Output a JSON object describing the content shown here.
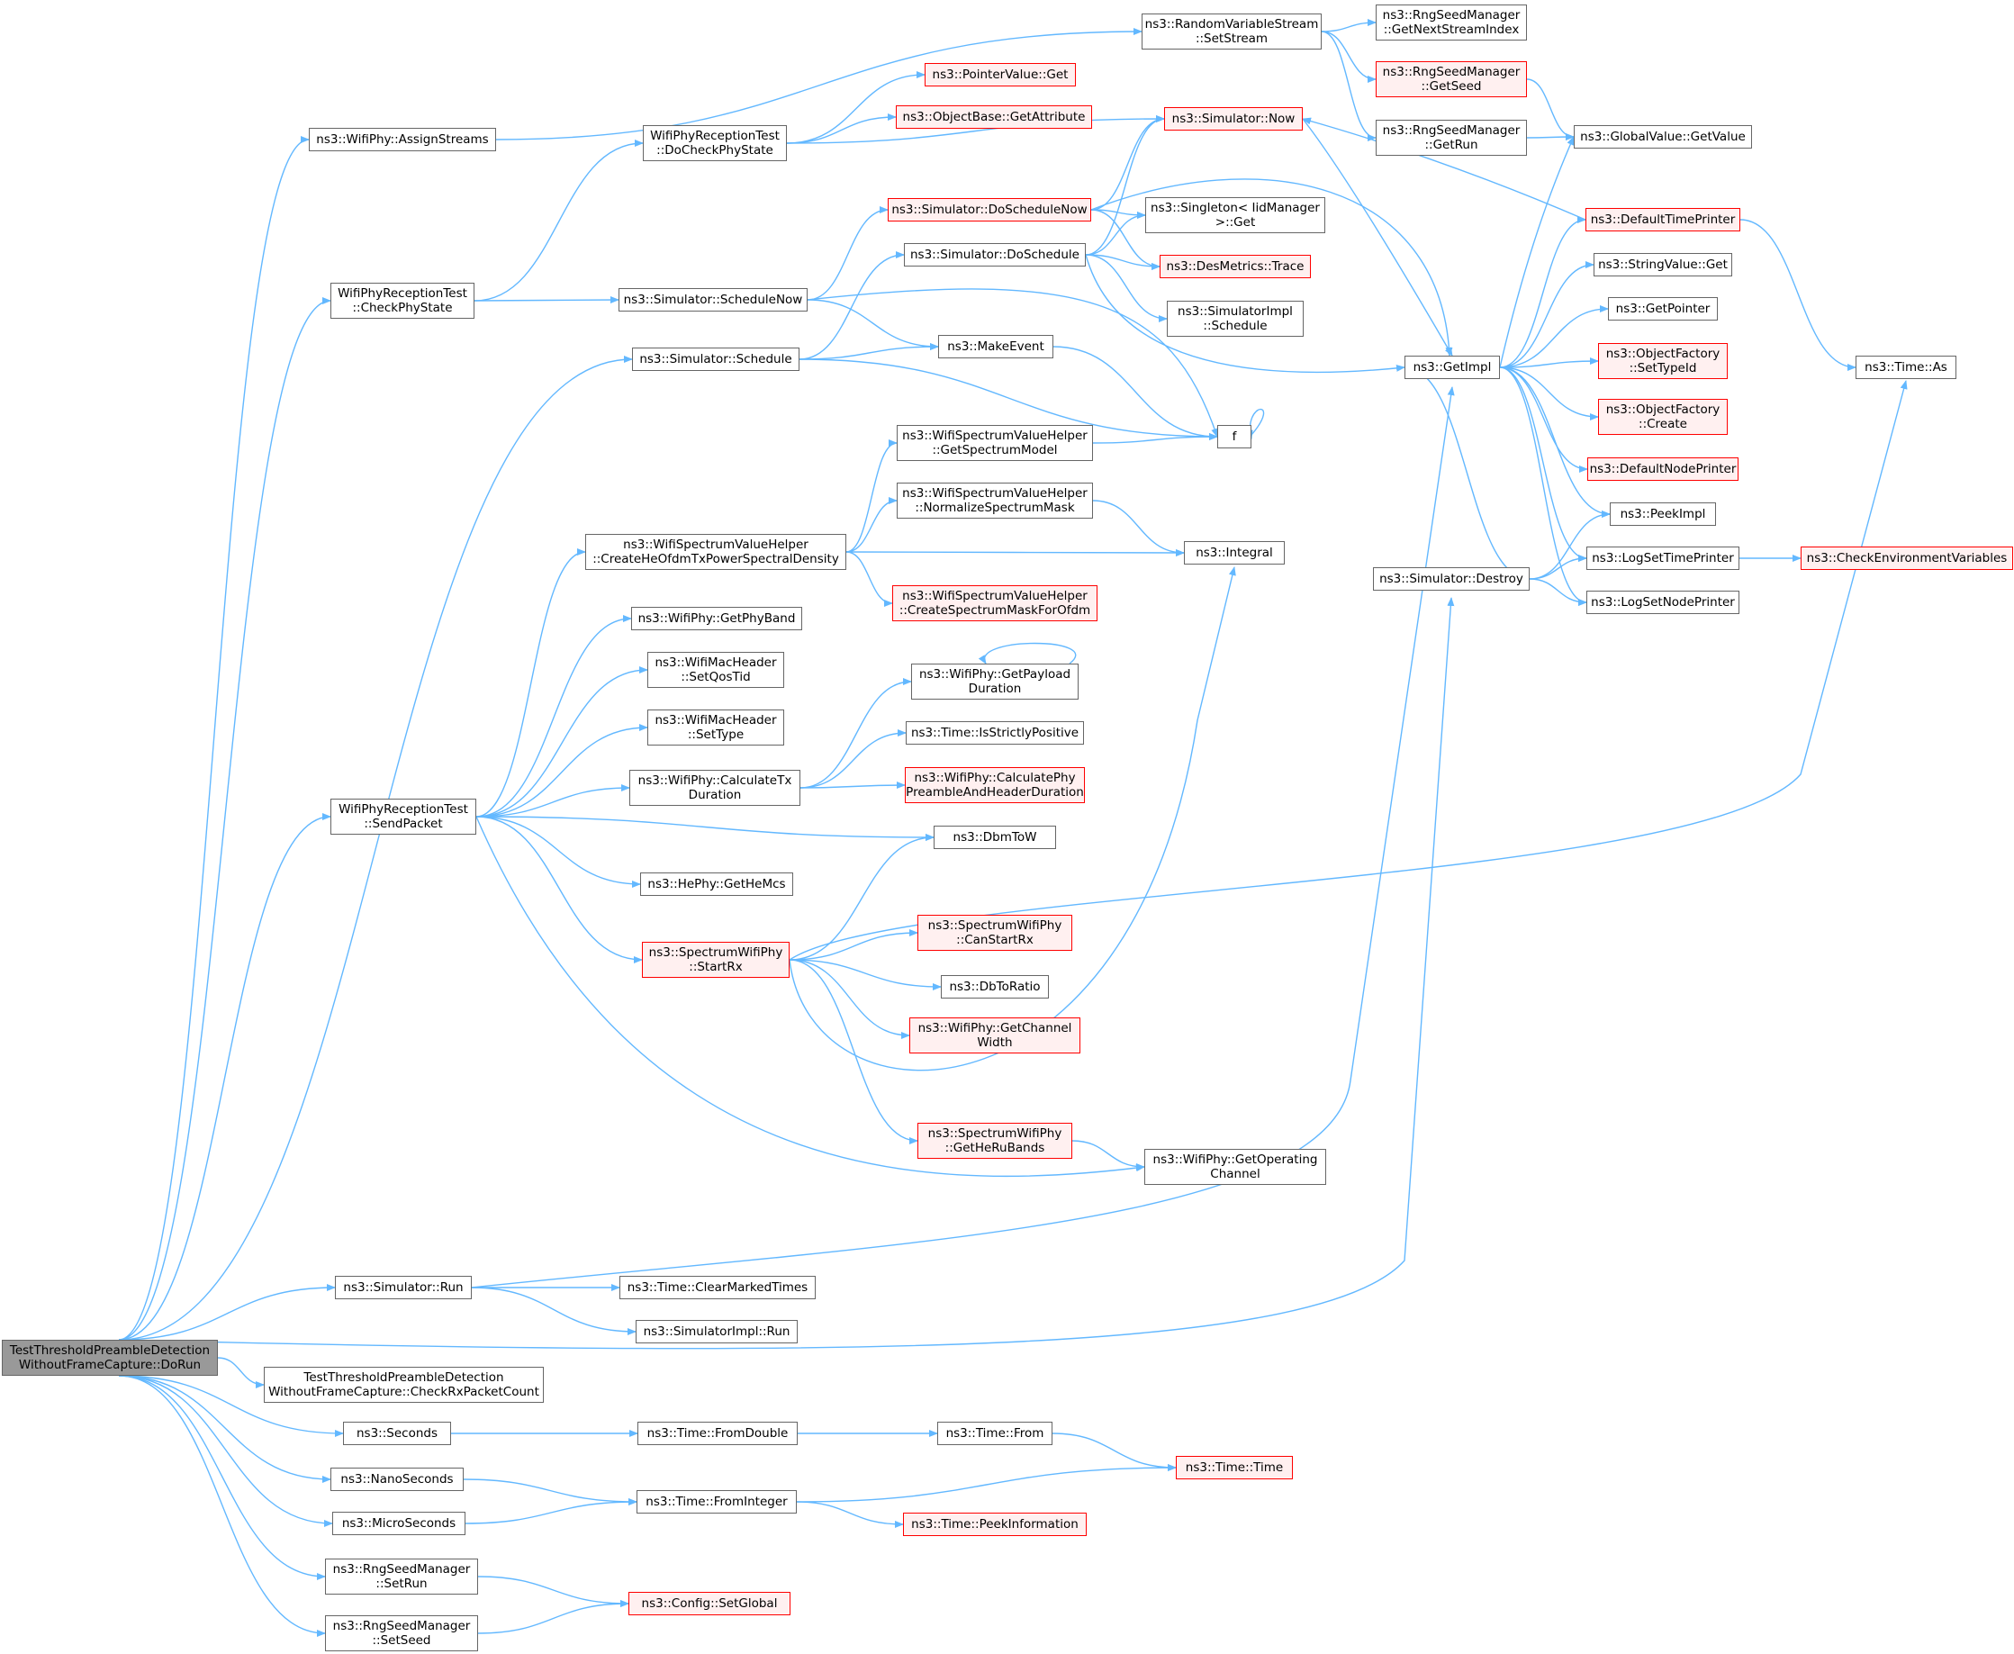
{
  "colors": {
    "edge": "#63b8ff",
    "border": "#666666",
    "red_border": "#ff0000",
    "red_fill": "#fff0f0",
    "root_fill": "#999999"
  },
  "nodes": [
    {
      "id": "root",
      "label": "TestThresholdPreambleDetection\nWithoutFrameCapture::DoRun",
      "style": "root"
    },
    {
      "id": "assignStreams",
      "label": "ns3::WifiPhy::AssignStreams",
      "style": "normal"
    },
    {
      "id": "checkPhyState",
      "label": "WifiPhyReceptionTest\n::CheckPhyState",
      "style": "normal"
    },
    {
      "id": "schedule",
      "label": "ns3::Simulator::Schedule",
      "style": "normal"
    },
    {
      "id": "sendPacket",
      "label": "WifiPhyReceptionTest\n::SendPacket",
      "style": "normal"
    },
    {
      "id": "run",
      "label": "ns3::Simulator::Run",
      "style": "normal"
    },
    {
      "id": "checkRxCount",
      "label": "TestThresholdPreambleDetection\nWithoutFrameCapture::CheckRxPacketCount",
      "style": "normal"
    },
    {
      "id": "seconds",
      "label": "ns3::Seconds",
      "style": "normal"
    },
    {
      "id": "nanoSeconds",
      "label": "ns3::NanoSeconds",
      "style": "normal"
    },
    {
      "id": "microSeconds",
      "label": "ns3::MicroSeconds",
      "style": "normal"
    },
    {
      "id": "setRun",
      "label": "ns3::RngSeedManager\n::SetRun",
      "style": "normal"
    },
    {
      "id": "setSeed",
      "label": "ns3::RngSeedManager\n::SetSeed",
      "style": "normal"
    },
    {
      "id": "doCheckPhyState",
      "label": "WifiPhyReceptionTest\n::DoCheckPhyState",
      "style": "normal"
    },
    {
      "id": "scheduleNow",
      "label": "ns3::Simulator::ScheduleNow",
      "style": "normal"
    },
    {
      "id": "createHeOfdm",
      "label": "ns3::WifiSpectrumValueHelper\n::CreateHeOfdmTxPowerSpectralDensity",
      "style": "normal"
    },
    {
      "id": "getPhyBand",
      "label": "ns3::WifiPhy::GetPhyBand",
      "style": "normal"
    },
    {
      "id": "setQosTid",
      "label": "ns3::WifiMacHeader\n::SetQosTid",
      "style": "normal"
    },
    {
      "id": "setType",
      "label": "ns3::WifiMacHeader\n::SetType",
      "style": "normal"
    },
    {
      "id": "calcTxDuration",
      "label": "ns3::WifiPhy::CalculateTx\nDuration",
      "style": "normal"
    },
    {
      "id": "getHeMcs",
      "label": "ns3::HePhy::GetHeMcs",
      "style": "normal"
    },
    {
      "id": "startRx",
      "label": "ns3::SpectrumWifiPhy\n::StartRx",
      "style": "red"
    },
    {
      "id": "clearMarkedTimes",
      "label": "ns3::Time::ClearMarkedTimes",
      "style": "normal"
    },
    {
      "id": "simImplRun",
      "label": "ns3::SimulatorImpl::Run",
      "style": "normal"
    },
    {
      "id": "fromDouble",
      "label": "ns3::Time::FromDouble",
      "style": "normal"
    },
    {
      "id": "fromInteger",
      "label": "ns3::Time::FromInteger",
      "style": "normal"
    },
    {
      "id": "setGlobal",
      "label": "ns3::Config::SetGlobal",
      "style": "red"
    },
    {
      "id": "pointerGet",
      "label": "ns3::PointerValue::Get",
      "style": "red"
    },
    {
      "id": "getAttribute",
      "label": "ns3::ObjectBase::GetAttribute",
      "style": "red"
    },
    {
      "id": "doScheduleNow",
      "label": "ns3::Simulator::DoScheduleNow",
      "style": "red"
    },
    {
      "id": "doSchedule",
      "label": "ns3::Simulator::DoSchedule",
      "style": "normal"
    },
    {
      "id": "makeEvent",
      "label": "ns3::MakeEvent",
      "style": "normal"
    },
    {
      "id": "getSpectrumModel",
      "label": "ns3::WifiSpectrumValueHelper\n::GetSpectrumModel",
      "style": "normal"
    },
    {
      "id": "normalizeMask",
      "label": "ns3::WifiSpectrumValueHelper\n::NormalizeSpectrumMask",
      "style": "normal"
    },
    {
      "id": "createMask",
      "label": "ns3::WifiSpectrumValueHelper\n::CreateSpectrumMaskForOfdm",
      "style": "red"
    },
    {
      "id": "getPayloadDuration",
      "label": "ns3::WifiPhy::GetPayload\nDuration",
      "style": "normal"
    },
    {
      "id": "isStrictlyPositive",
      "label": "ns3::Time::IsStrictlyPositive",
      "style": "normal"
    },
    {
      "id": "calcPreamble",
      "label": "ns3::WifiPhy::CalculatePhy\nPreambleAndHeaderDuration",
      "style": "red"
    },
    {
      "id": "dbmToW",
      "label": "ns3::DbmToW",
      "style": "normal"
    },
    {
      "id": "canStartRx",
      "label": "ns3::SpectrumWifiPhy\n::CanStartRx",
      "style": "red"
    },
    {
      "id": "dbToRatio",
      "label": "ns3::DbToRatio",
      "style": "normal"
    },
    {
      "id": "getChannelWidth",
      "label": "ns3::WifiPhy::GetChannel\nWidth",
      "style": "red"
    },
    {
      "id": "getHeRuBands",
      "label": "ns3::SpectrumWifiPhy\n::GetHeRuBands",
      "style": "red"
    },
    {
      "id": "timeFrom",
      "label": "ns3::Time::From",
      "style": "normal"
    },
    {
      "id": "peekInformation",
      "label": "ns3::Time::PeekInformation",
      "style": "red"
    },
    {
      "id": "setStream",
      "label": "ns3::RandomVariableStream\n::SetStream",
      "style": "normal"
    },
    {
      "id": "simNow",
      "label": "ns3::Simulator::Now",
      "style": "red"
    },
    {
      "id": "singletonGet",
      "label": "ns3::Singleton< IidManager\n>::Get",
      "style": "normal"
    },
    {
      "id": "desTrace",
      "label": "ns3::DesMetrics::Trace",
      "style": "red"
    },
    {
      "id": "simImplSchedule",
      "label": "ns3::SimulatorImpl\n::Schedule",
      "style": "normal"
    },
    {
      "id": "f",
      "label": "f",
      "style": "normal"
    },
    {
      "id": "integral",
      "label": "ns3::Integral",
      "style": "normal"
    },
    {
      "id": "getOperatingChannel",
      "label": "ns3::WifiPhy::GetOperating\nChannel",
      "style": "normal"
    },
    {
      "id": "timeTime",
      "label": "ns3::Time::Time",
      "style": "red"
    },
    {
      "id": "getNextStreamIndex",
      "label": "ns3::RngSeedManager\n::GetNextStreamIndex",
      "style": "normal"
    },
    {
      "id": "getSeed",
      "label": "ns3::RngSeedManager\n::GetSeed",
      "style": "red"
    },
    {
      "id": "getRun",
      "label": "ns3::RngSeedManager\n::GetRun",
      "style": "normal"
    },
    {
      "id": "getImpl",
      "label": "ns3::GetImpl",
      "style": "normal"
    },
    {
      "id": "simDestroy",
      "label": "ns3::Simulator::Destroy",
      "style": "normal"
    },
    {
      "id": "globalGetValue",
      "label": "ns3::GlobalValue::GetValue",
      "style": "normal"
    },
    {
      "id": "defaultTimePrinter",
      "label": "ns3::DefaultTimePrinter",
      "style": "red"
    },
    {
      "id": "stringValueGet",
      "label": "ns3::StringValue::Get",
      "style": "normal"
    },
    {
      "id": "getPointer",
      "label": "ns3::GetPointer",
      "style": "normal"
    },
    {
      "id": "setTypeId",
      "label": "ns3::ObjectFactory\n::SetTypeId",
      "style": "red"
    },
    {
      "id": "factoryCreate",
      "label": "ns3::ObjectFactory\n::Create",
      "style": "red"
    },
    {
      "id": "defaultNodePrinter",
      "label": "ns3::DefaultNodePrinter",
      "style": "red"
    },
    {
      "id": "peekImpl",
      "label": "ns3::PeekImpl",
      "style": "normal"
    },
    {
      "id": "logSetTimePrinter",
      "label": "ns3::LogSetTimePrinter",
      "style": "normal"
    },
    {
      "id": "logSetNodePrinter",
      "label": "ns3::LogSetNodePrinter",
      "style": "normal"
    },
    {
      "id": "timeAs",
      "label": "ns3::Time::As",
      "style": "normal"
    },
    {
      "id": "checkEnvVars",
      "label": "ns3::CheckEnvironmentVariables",
      "style": "red"
    }
  ],
  "edges": [
    [
      "root",
      "assignStreams"
    ],
    [
      "root",
      "checkPhyState"
    ],
    [
      "root",
      "schedule"
    ],
    [
      "root",
      "sendPacket"
    ],
    [
      "root",
      "run"
    ],
    [
      "root",
      "simDestroy"
    ],
    [
      "root",
      "checkRxCount"
    ],
    [
      "root",
      "seconds"
    ],
    [
      "root",
      "nanoSeconds"
    ],
    [
      "root",
      "microSeconds"
    ],
    [
      "root",
      "setRun"
    ],
    [
      "root",
      "setSeed"
    ],
    [
      "assignStreams",
      "setStream"
    ],
    [
      "checkPhyState",
      "doCheckPhyState"
    ],
    [
      "checkPhyState",
      "scheduleNow"
    ],
    [
      "doCheckPhyState",
      "pointerGet"
    ],
    [
      "doCheckPhyState",
      "getAttribute"
    ],
    [
      "doCheckPhyState",
      "simNow"
    ],
    [
      "scheduleNow",
      "doScheduleNow"
    ],
    [
      "scheduleNow",
      "makeEvent"
    ],
    [
      "scheduleNow",
      "f"
    ],
    [
      "schedule",
      "doSchedule"
    ],
    [
      "schedule",
      "makeEvent"
    ],
    [
      "schedule",
      "f"
    ],
    [
      "sendPacket",
      "createHeOfdm"
    ],
    [
      "sendPacket",
      "getPhyBand"
    ],
    [
      "sendPacket",
      "setQosTid"
    ],
    [
      "sendPacket",
      "setType"
    ],
    [
      "sendPacket",
      "calcTxDuration"
    ],
    [
      "sendPacket",
      "dbmToW"
    ],
    [
      "sendPacket",
      "getHeMcs"
    ],
    [
      "sendPacket",
      "startRx"
    ],
    [
      "sendPacket",
      "getOperatingChannel"
    ],
    [
      "run",
      "getImpl"
    ],
    [
      "run",
      "clearMarkedTimes"
    ],
    [
      "run",
      "simImplRun"
    ],
    [
      "seconds",
      "fromDouble"
    ],
    [
      "nanoSeconds",
      "fromInteger"
    ],
    [
      "microSeconds",
      "fromInteger"
    ],
    [
      "setRun",
      "setGlobal"
    ],
    [
      "setSeed",
      "setGlobal"
    ],
    [
      "createHeOfdm",
      "getSpectrumModel"
    ],
    [
      "createHeOfdm",
      "normalizeMask"
    ],
    [
      "createHeOfdm",
      "integral"
    ],
    [
      "createHeOfdm",
      "createMask"
    ],
    [
      "calcTxDuration",
      "getPayloadDuration"
    ],
    [
      "calcTxDuration",
      "isStrictlyPositive"
    ],
    [
      "calcTxDuration",
      "calcPreamble"
    ],
    [
      "getPayloadDuration",
      "getPayloadDuration"
    ],
    [
      "startRx",
      "dbmToW"
    ],
    [
      "startRx",
      "canStartRx"
    ],
    [
      "startRx",
      "dbToRatio"
    ],
    [
      "startRx",
      "getChannelWidth"
    ],
    [
      "startRx",
      "getHeRuBands"
    ],
    [
      "startRx",
      "integral"
    ],
    [
      "startRx",
      "timeAs"
    ],
    [
      "getHeRuBands",
      "getOperatingChannel"
    ],
    [
      "fromDouble",
      "timeFrom"
    ],
    [
      "timeFrom",
      "timeTime"
    ],
    [
      "fromInteger",
      "timeTime"
    ],
    [
      "fromInteger",
      "peekInformation"
    ],
    [
      "doScheduleNow",
      "simNow"
    ],
    [
      "doScheduleNow",
      "singletonGet"
    ],
    [
      "doScheduleNow",
      "desTrace"
    ],
    [
      "doScheduleNow",
      "getImpl"
    ],
    [
      "doSchedule",
      "simNow"
    ],
    [
      "doSchedule",
      "singletonGet"
    ],
    [
      "doSchedule",
      "desTrace"
    ],
    [
      "doSchedule",
      "simImplSchedule"
    ],
    [
      "doSchedule",
      "getImpl"
    ],
    [
      "makeEvent",
      "f"
    ],
    [
      "f",
      "f"
    ],
    [
      "getSpectrumModel",
      "f"
    ],
    [
      "normalizeMask",
      "integral"
    ],
    [
      "setStream",
      "getNextStreamIndex"
    ],
    [
      "setStream",
      "getSeed"
    ],
    [
      "setStream",
      "getRun"
    ],
    [
      "getSeed",
      "globalGetValue"
    ],
    [
      "getRun",
      "globalGetValue"
    ],
    [
      "simNow",
      "getImpl"
    ],
    [
      "getImpl",
      "globalGetValue"
    ],
    [
      "getImpl",
      "defaultTimePrinter"
    ],
    [
      "getImpl",
      "stringValueGet"
    ],
    [
      "getImpl",
      "getPointer"
    ],
    [
      "getImpl",
      "setTypeId"
    ],
    [
      "getImpl",
      "factoryCreate"
    ],
    [
      "getImpl",
      "defaultNodePrinter"
    ],
    [
      "getImpl",
      "peekImpl"
    ],
    [
      "getImpl",
      "logSetTimePrinter"
    ],
    [
      "getImpl",
      "logSetNodePrinter"
    ],
    [
      "defaultTimePrinter",
      "simNow"
    ],
    [
      "defaultTimePrinter",
      "timeAs"
    ],
    [
      "simDestroy",
      "getImpl"
    ],
    [
      "simDestroy",
      "peekImpl"
    ],
    [
      "simDestroy",
      "logSetTimePrinter"
    ],
    [
      "simDestroy",
      "logSetNodePrinter"
    ],
    [
      "logSetTimePrinter",
      "checkEnvVars"
    ]
  ]
}
